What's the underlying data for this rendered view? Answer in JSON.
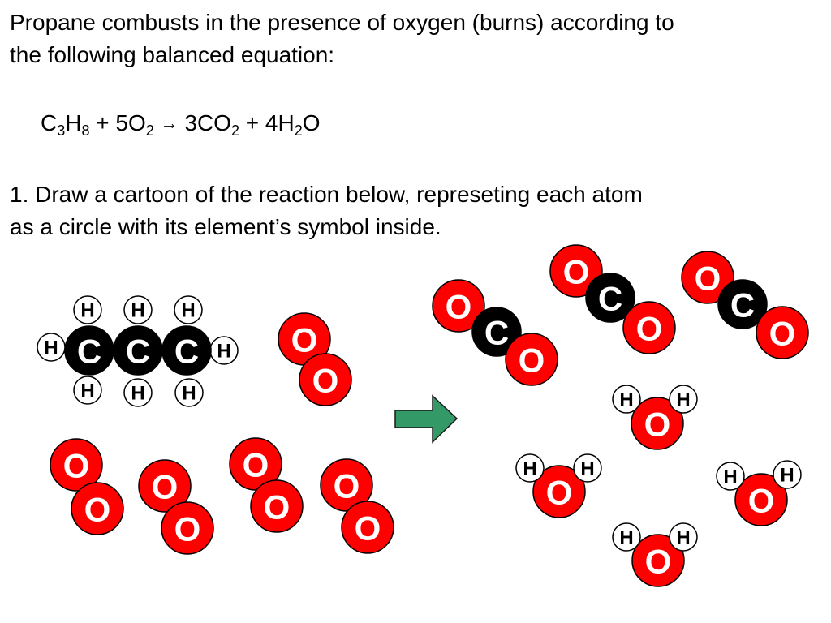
{
  "intro": {
    "line1": "Propane combusts in the presence of oxygen (burns) according to",
    "line2": "the following balanced equation:"
  },
  "equation": {
    "propane": {
      "c": "C",
      "c_sub": "3",
      "h": "H",
      "h_sub": "8"
    },
    "plus1": " + ",
    "oxygen": {
      "coef": "5",
      "o": "O",
      "o_sub": "2"
    },
    "arrow": "→",
    "co2": {
      "coef": "3",
      "text": "CO",
      "o_sub": "2"
    },
    "plus2": " + ",
    "water": {
      "coef": "4",
      "h": "H",
      "h_sub": "2",
      "o": "O"
    }
  },
  "question": {
    "line1": "1.  Draw a cartoon of the reaction below, represeting each atom",
    "line2": "as a circle with its element’s symbol inside."
  },
  "atom_symbols": {
    "hydrogen": "H",
    "carbon": "C",
    "oxygen": "O"
  },
  "colors": {
    "oxygen_fill": "#ff0000",
    "carbon_fill": "#000000",
    "hydrogen_fill": "#ffffff",
    "oxygen_text": "#ffffff",
    "carbon_text": "#ffffff",
    "hydrogen_text": "#000000",
    "reaction_arrow": "#339966"
  },
  "reactants": {
    "propane_molecules": 1,
    "oxygen_molecules": 5
  },
  "products": {
    "carbon_dioxide_molecules": 3,
    "water_molecules": 4
  }
}
